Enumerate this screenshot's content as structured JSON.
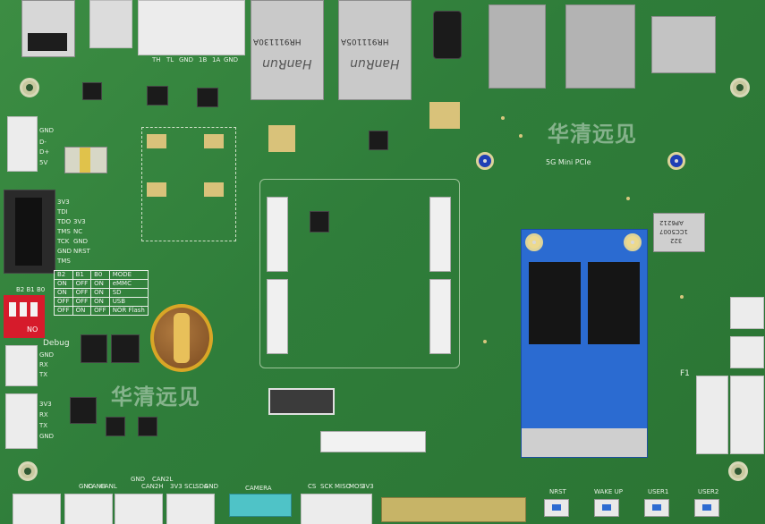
{
  "top_labels": {
    "pins_h1": "TH",
    "pins_h2": "TL",
    "pins_h3": "GND",
    "pins_h4": "1B",
    "pins_h5": "1A",
    "pins_h6": "GND"
  },
  "ethernet": {
    "left_label": "HR911130A",
    "left_brand": "HanRun",
    "right_label": "HR911105A",
    "right_brand": "HanRun"
  },
  "left_connector_labels": [
    "GND",
    "D-",
    "D+",
    "5V"
  ],
  "jtag_labels": [
    "3V3",
    "TDI",
    "TDO",
    "TMS",
    "3V3",
    "TCK",
    "NC",
    "GND",
    "GND",
    "TMS",
    "NRST"
  ],
  "boot_table": {
    "headers": [
      "B2",
      "B1",
      "B0",
      "MODE"
    ],
    "rows": [
      [
        "ON",
        "OFF",
        "ON",
        "eMMC"
      ],
      [
        "ON",
        "OFF",
        "ON",
        "SD"
      ],
      [
        "OFF",
        "OFF",
        "ON",
        "USB"
      ],
      [
        "OFF",
        "ON",
        "OFF",
        "NOR Flash"
      ]
    ]
  },
  "dip_switch": {
    "label_top": "B2 B1 B0",
    "label_bottom": "NO"
  },
  "debug": {
    "title": "Debug",
    "pins": [
      "GND",
      "RX",
      "TX"
    ]
  },
  "uart_pins": [
    "3V3",
    "RX",
    "TX",
    "GND"
  ],
  "pcie_label": "5G Mini PCIe",
  "ic_right": {
    "line1": "AP6212",
    "line2": "1CC5007",
    "line3": "322"
  },
  "f1_label": "F1",
  "bottom_labels": {
    "camera": "CAMERA",
    "nrst": "NRST",
    "wakeup": "WAKE UP",
    "user1": "USER1",
    "user2": "USER2",
    "can_group": [
      "GND",
      "CANH",
      "CANL"
    ],
    "can_group2": [
      "GND",
      "CAN2H",
      "CAN2L"
    ],
    "i2c_group": [
      "3V3",
      "SCL",
      "SDA",
      "GND"
    ],
    "spi_group": [
      "CS",
      "SCK",
      "MISO",
      "MOSI",
      "3V3"
    ]
  },
  "watermark": {
    "brand1": "华清远见",
    "brand2": "华清远见"
  }
}
